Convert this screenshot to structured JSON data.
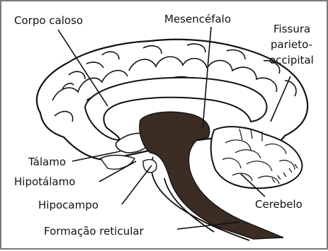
{
  "labels": {
    "corpo_caloso": "Corpo caloso",
    "mesencefalo": "Mesencéfalo",
    "fissura_line1": "Fissura",
    "fissura_line2": "parieto-",
    "fissura_line3": "occipital",
    "talamo": "Tálamo",
    "hipotalamo": "Hipotálamo",
    "hipocampo": "Hipocampo",
    "cerebelo": "Cerebelo",
    "formacao_reticular": "Formação reticular"
  },
  "colors": {
    "outline": "#111111",
    "brainstem_fill": "#3b2c24",
    "background": "#ffffff"
  }
}
